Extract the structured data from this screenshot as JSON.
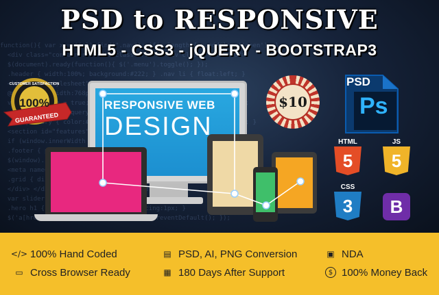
{
  "banner": {
    "title": "PSD to RESPONSIVE",
    "subtitle": "HTML5 - CSS3 - jQUERY - BOOTSTRAP3"
  },
  "seal": {
    "top_text": "CUSTOMER SATISFACTION",
    "percent": "100%",
    "ribbon": "GUARANTEED"
  },
  "price_badge": "$10",
  "monitor": {
    "line1": "RESPONSIVE WEB",
    "line2": "DESIGN"
  },
  "tech": {
    "psd_label": "PSD",
    "ps_label": "Ps",
    "html_tag": "HTML",
    "html_num": "5",
    "js_tag": "JS",
    "js_num": "5",
    "css_tag": "CSS",
    "css_num": "3",
    "bootstrap": "B"
  },
  "features": [
    {
      "icon": "code-icon",
      "label": "100% Hand Coded"
    },
    {
      "icon": "file-icon",
      "label": "PSD, AI, PNG Conversion"
    },
    {
      "icon": "clipboard-icon",
      "label": "NDA"
    },
    {
      "icon": "browser-icon",
      "label": "Cross Browser Ready"
    },
    {
      "icon": "calendar-icon",
      "label": "180 Days After Support"
    },
    {
      "icon": "dollar-icon",
      "label": "100% Money Back"
    }
  ],
  "colors": {
    "footer": "#f5bf2a",
    "monitor_screen": "#29a8e0",
    "laptop_screen": "#e8287f",
    "html5": "#e44d26",
    "js": "#f0b429",
    "css3": "#1f7dc4",
    "bootstrap": "#6f2da8"
  }
}
